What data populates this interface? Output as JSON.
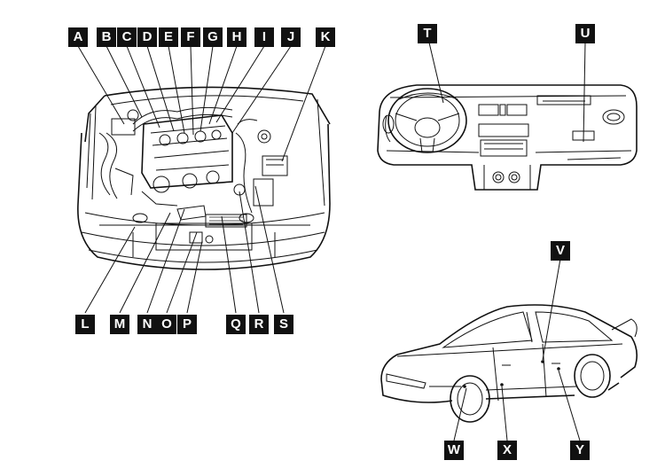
{
  "labels": {
    "A": "A",
    "B": "B",
    "C": "C",
    "D": "D",
    "E": "E",
    "F": "F",
    "G": "G",
    "H": "H",
    "I": "I",
    "J": "J",
    "K": "K",
    "L": "L",
    "M": "M",
    "N": "N",
    "O": "O",
    "P": "P",
    "Q": "Q",
    "R": "R",
    "S": "S",
    "T": "T",
    "U": "U",
    "V": "V",
    "W": "W",
    "X": "X",
    "Y": "Y"
  }
}
